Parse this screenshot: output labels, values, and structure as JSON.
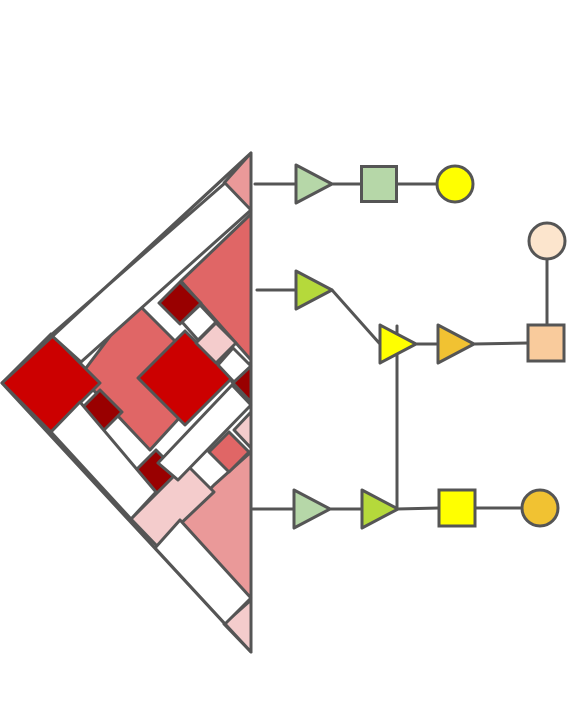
{
  "diagram": {
    "kind": "glycan-structure-with-heatmap-triangle",
    "background": "#ffffff",
    "stroke_color": "#555555",
    "heatmap_palette": {
      "dark_red": "#990000",
      "red": "#cc0000",
      "medium_red": "#e06666",
      "light_red": "#ea9999",
      "pale_red": "#f4cccc",
      "white": "#ffffff"
    },
    "symbol_palette": {
      "pale_green": "#b6d7a8",
      "lime": "#b5d93b",
      "yellow": "#ffff00",
      "gold": "#f1c232",
      "peach": "#f9cb9c",
      "light_peach": "#fce5cd"
    },
    "branches": [
      {
        "name": "top-branch",
        "symbols": [
          {
            "shape": "triangle",
            "color": "pale_green"
          },
          {
            "shape": "square",
            "color": "pale_green"
          },
          {
            "shape": "circle",
            "color": "yellow"
          }
        ]
      },
      {
        "name": "middle-branch",
        "symbols": [
          {
            "shape": "triangle",
            "color": "lime"
          },
          {
            "shape": "triangle",
            "color": "yellow"
          },
          {
            "shape": "triangle",
            "color": "gold"
          },
          {
            "shape": "square",
            "color": "peach"
          },
          {
            "shape": "circle",
            "color": "light_peach"
          }
        ]
      },
      {
        "name": "bottom-branch",
        "symbols": [
          {
            "shape": "triangle",
            "color": "pale_green"
          },
          {
            "shape": "triangle",
            "color": "lime"
          },
          {
            "shape": "square",
            "color": "yellow"
          },
          {
            "shape": "circle",
            "color": "gold"
          }
        ]
      }
    ]
  }
}
